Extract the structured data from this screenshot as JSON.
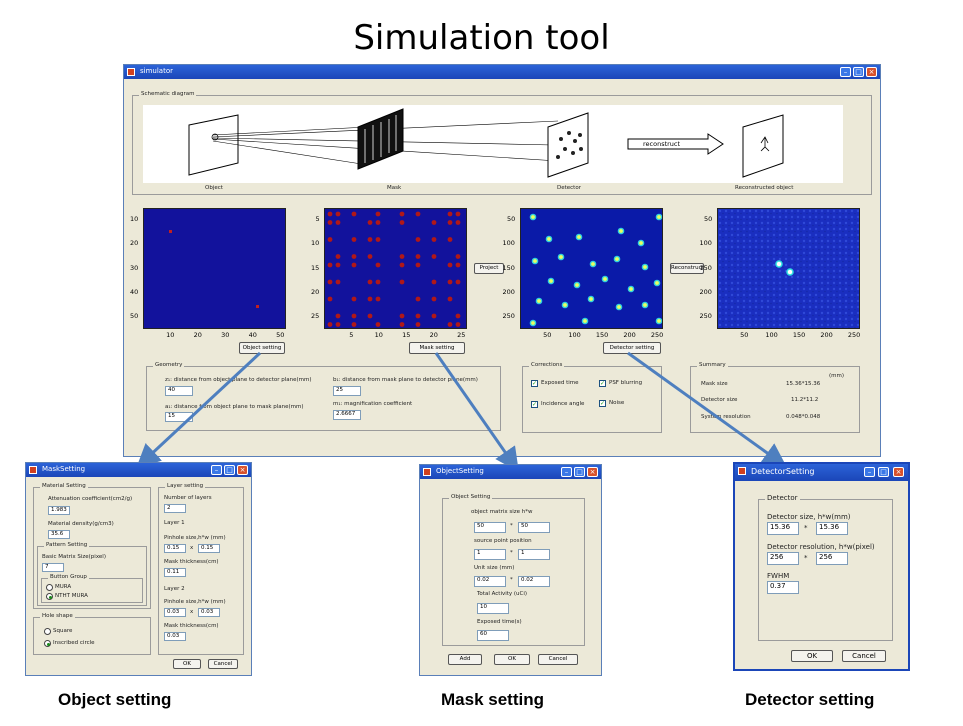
{
  "slide": {
    "title": "Simulation tool",
    "captions": [
      "Object setting",
      "Mask setting",
      "Detector setting"
    ]
  },
  "main_window": {
    "title": "simulator",
    "schematic": {
      "label": "Schematic diagram",
      "items": [
        "Object",
        "Mask",
        "Detector",
        "Reconstructed object"
      ],
      "arrow_text": "reconstruct"
    },
    "plots": {
      "object": {
        "y_ticks": [
          "10",
          "20",
          "30",
          "40",
          "50"
        ],
        "x_ticks": [
          "10",
          "20",
          "30",
          "40",
          "50"
        ]
      },
      "mask": {
        "y_ticks": [
          "5",
          "10",
          "15",
          "20",
          "25"
        ],
        "x_ticks": [
          "5",
          "10",
          "15",
          "20",
          "25"
        ]
      },
      "detector": {
        "y_ticks": [
          "50",
          "100",
          "150",
          "200",
          "250"
        ],
        "x_ticks": [
          "50",
          "100",
          "150",
          "200",
          "250"
        ]
      },
      "reconstructed": {
        "y_ticks": [
          "50",
          "100",
          "150",
          "200",
          "250"
        ],
        "x_ticks": [
          "50",
          "100",
          "150",
          "200",
          "250"
        ]
      }
    },
    "buttons": {
      "object_setting": "Object setting",
      "mask_setting": "Mask setting",
      "detector_setting": "Detector setting",
      "project": "Project",
      "reconstruct": "Reconstruct"
    },
    "geometry": {
      "label": "Geometry",
      "z1_label": "z₁: distance from object plane to detector plane(mm)",
      "z1_value": "40",
      "b1_label": "b₁: distance from mask plane to detector plane(mm)",
      "b1_value": "25",
      "a1_label": "a₁: distance from object plane to mask plane(mm)",
      "a1_value": "15",
      "m1_label": "m₁: magnification coefficient",
      "m1_value": "2.6667"
    },
    "corrections": {
      "label": "Corrections",
      "items": [
        "Exposed time",
        "PSF blurring",
        "Incidence angle",
        "Noise"
      ]
    },
    "summary": {
      "label": "Summary",
      "unit": "(mm)",
      "mask_size_label": "Mask size",
      "mask_size_value": "15.36*15.36",
      "detector_size_label": "Detector size",
      "detector_size_value": "11.2*11.2",
      "resolution_label": "System resolution",
      "resolution_value": "0.048*0.048"
    }
  },
  "mask_dialog": {
    "title": "MaskSetting",
    "material_label": "Material Setting",
    "attenuation_label": "Attenuation coefficient(cm2/g)",
    "attenuation_value": "1.983",
    "density_label": "Material density(g/cm3)",
    "density_value": "35.6",
    "pattern_label": "Pattern Setting",
    "matrix_label": "Basic Matrix Size(pixel)",
    "matrix_value": "7",
    "button_group_label": "Button Group",
    "radio_mura": "MURA",
    "radio_ntht": "NTHT MURA",
    "hole_label": "Hole shape",
    "radio_square": "Square",
    "radio_circle": "Inscribed circle",
    "layer_label": "Layer setting",
    "num_layers_label": "Number of layers",
    "num_layers_value": "2",
    "layer1_label": "Layer 1",
    "pinhole1_label": "Pinhole size,h*w (mm)",
    "pinhole1_h": "0.15",
    "pinhole1_w": "0.15",
    "thick1_label": "Mask thickness(cm)",
    "thick1_value": "0.11",
    "layer2_label": "Layer 2",
    "pinhole2_label": "Pinhole size,h*w (mm)",
    "pinhole2_h": "0.03",
    "pinhole2_w": "0.03",
    "thick2_label": "Mask thickness(cm)",
    "thick2_value": "0.03",
    "ok": "OK",
    "cancel": "Cancel"
  },
  "object_dialog": {
    "title": "ObjectSetting",
    "group_label": "Object Setting",
    "matrix_label": "object matrix size h*w",
    "matrix_h": "50",
    "matrix_w": "50",
    "source_label": "source point position",
    "source_h": "1",
    "source_w": "1",
    "unit_label": "Unit size (mm)",
    "unit_h": "0.02",
    "unit_w": "0.02",
    "activity_label": "Total Activity (uCi)",
    "activity_value": "10",
    "exposed_label": "Exposed time(s)",
    "exposed_value": "60",
    "add": "Add",
    "ok": "OK",
    "cancel": "Cancel"
  },
  "detector_dialog": {
    "title": "DetectorSetting",
    "group_label": "Detector",
    "size_label": "Detector size, h*w(mm)",
    "size_h": "15.36",
    "size_w": "15.36",
    "res_label": "Detector resolution, h*w(pixel)",
    "res_h": "256",
    "res_w": "256",
    "fwhm_label": "FWHM",
    "fwhm_value": "0.37",
    "ok": "OK",
    "cancel": "Cancel"
  },
  "icons": [
    "matlab-icon",
    "minimize-icon",
    "maximize-icon",
    "close-icon"
  ],
  "colors": {
    "titlebar": "#1b46b8",
    "plot_bg": "#12129c",
    "mask_dots": "#b01818",
    "arrows": "#4e7fbf"
  }
}
